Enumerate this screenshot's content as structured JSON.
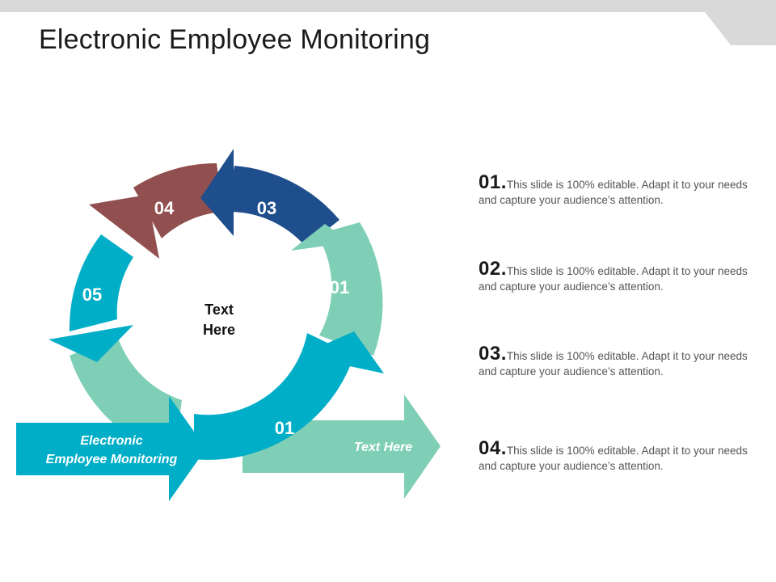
{
  "slide": {
    "title": "Electronic Employee Monitoring"
  },
  "diagram": {
    "center_label_line1": "Text",
    "center_label_line2": "Here",
    "segments": [
      {
        "label": "01",
        "color": "#7fcfb6"
      },
      {
        "label": "01",
        "color": "#00aec7"
      },
      {
        "label": "03",
        "color": "#1f4e8c"
      },
      {
        "label": "04",
        "color": "#924f4f"
      },
      {
        "label": "05",
        "color": "#00aec7"
      }
    ],
    "left_arrow": {
      "line1": "Electronic",
      "line2": "Employee Monitoring",
      "color": "#00aec7"
    },
    "right_arrow": {
      "label": "Text Here",
      "color": "#7fcfb6"
    }
  },
  "items": [
    {
      "number": "01.",
      "text": "This slide is 100% editable. Adapt it to your needs and capture your audience’s attention."
    },
    {
      "number": "02.",
      "text": "This slide is 100% editable. Adapt it to your needs and capture your audience’s attention."
    },
    {
      "number": "03.",
      "text": "This slide is 100% editable. Adapt it to your needs and capture your audience’s attention."
    },
    {
      "number": "04.",
      "text": "This slide is 100% editable. Adapt it to your needs and capture your audience’s attention."
    }
  ],
  "colors": {
    "band": "#d9d9d9",
    "band_edge": "#e6e6e6"
  }
}
